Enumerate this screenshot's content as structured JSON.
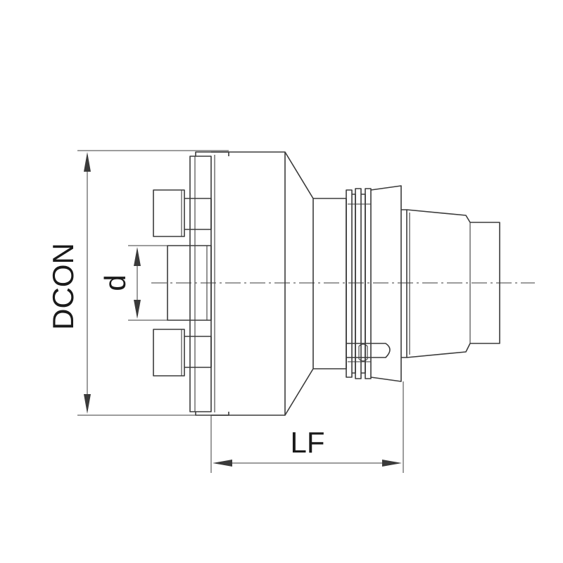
{
  "dimensions": {
    "dcon": "DCON",
    "d": "d",
    "lf": "LF"
  },
  "colors": {
    "line": "#3a3a3a",
    "text": "#1a1a1a",
    "background": "#ffffff"
  }
}
